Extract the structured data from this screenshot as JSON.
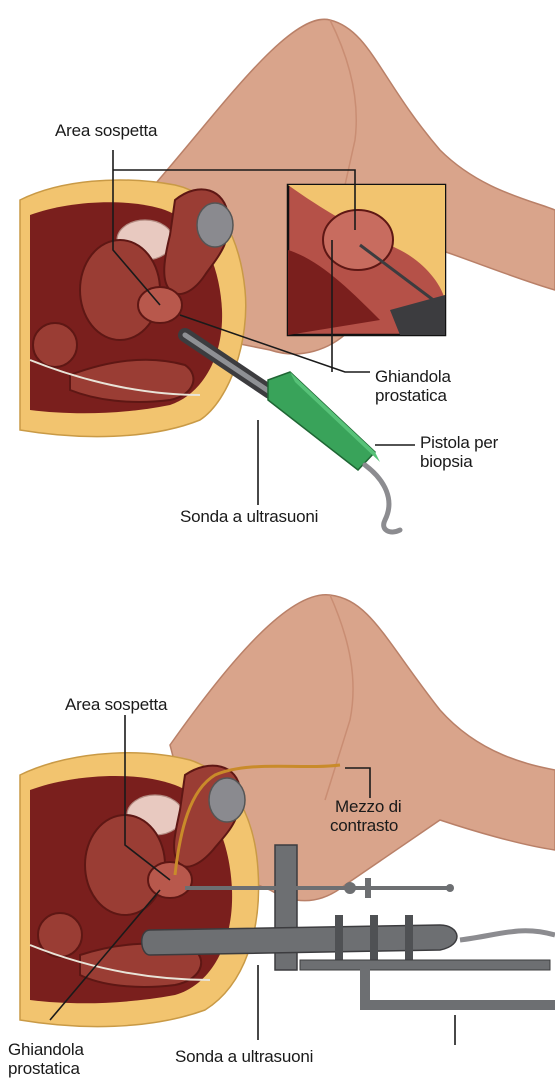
{
  "panels": [
    {
      "suspicious_area": "Area sospetta",
      "prostate_gland": [
        "Ghiandola",
        "prostatica"
      ],
      "biopsy_gun": [
        "Pistola per",
        "biopsia"
      ],
      "ultrasound_probe": "Sonda a ultrasuoni"
    },
    {
      "suspicious_area": "Area sospetta",
      "contrast_medium": [
        "Mezzo di",
        "contrasto"
      ],
      "prostate_gland": [
        "Ghiandola",
        "prostatica"
      ],
      "ultrasound_probe": "Sonda a ultrasuoni"
    }
  ],
  "colors": {
    "skin": "#d9a48b",
    "skin_dark": "#c98d73",
    "fat": "#f2c46f",
    "muscle": "#7a1f1d",
    "organ": "#9a3d34",
    "prostate": "#b8584c",
    "probe_green": "#39a35a",
    "metal": "#6d6f72"
  }
}
